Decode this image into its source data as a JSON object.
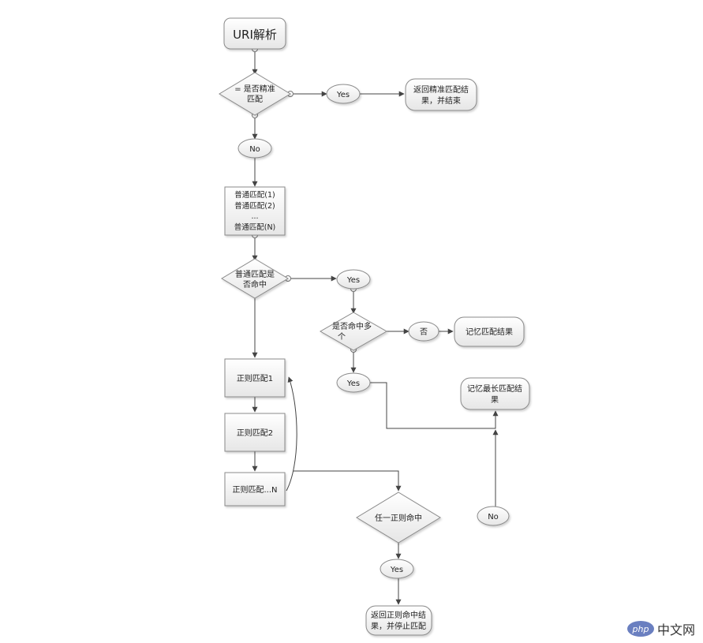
{
  "colors": {
    "node_fill_top": "#ffffff",
    "node_fill_bottom": "#e8e8e8",
    "node_stroke": "#8a8a8a",
    "edge": "#444444",
    "watermark_logo": "#6a7fc0"
  },
  "nodes": {
    "uri_parse": "URI解析",
    "exact_check": [
      "= 是否精准",
      "匹配"
    ],
    "yes_exact": "Yes",
    "return_exact": [
      "返回精准匹配结",
      "果，并结束"
    ],
    "no_exact": "No",
    "normal_list": [
      "普通匹配(1)",
      "普通匹配(2)",
      "...",
      "普通匹配(N)"
    ],
    "normal_hit": [
      "普通匹配是",
      "否命中"
    ],
    "yes_normal": "Yes",
    "multi_hit": [
      "是否命中多",
      "个"
    ],
    "no_multi": "否",
    "remember_match": "记忆匹配结果",
    "yes_multi": "Yes",
    "remember_longest": [
      "记忆最长匹配结",
      "果"
    ],
    "regex1": "正则匹配1",
    "regex2": "正则匹配2",
    "regexN": "正则匹配...N",
    "any_regex_hit": "任一正则命中",
    "yes_regex": "Yes",
    "no_regex": "No",
    "return_regex": [
      "返回正则命中结",
      "果，并停止匹配"
    ]
  },
  "watermark": {
    "logo": "php",
    "text": "中文网"
  }
}
